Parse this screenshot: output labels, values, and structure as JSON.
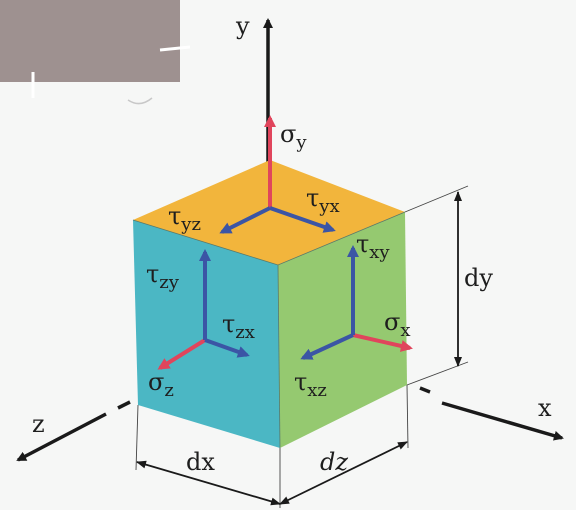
{
  "axes": {
    "x": "x",
    "y": "y",
    "z": "z"
  },
  "stresses": {
    "sigma_y": {
      "symbol": "σ",
      "sub": "y"
    },
    "sigma_x": {
      "symbol": "σ",
      "sub": "x"
    },
    "sigma_z": {
      "symbol": "σ",
      "sub": "z"
    },
    "tau_yz": {
      "symbol": "τ",
      "sub": "yz"
    },
    "tau_yx": {
      "symbol": "τ",
      "sub": "yx"
    },
    "tau_zy": {
      "symbol": "τ",
      "sub": "zy"
    },
    "tau_zx": {
      "symbol": "τ",
      "sub": "zx"
    },
    "tau_xy": {
      "symbol": "τ",
      "sub": "xy"
    },
    "tau_xz": {
      "symbol": "τ",
      "sub": "xz"
    }
  },
  "dimensions": {
    "dx": "dx",
    "dy": "dy",
    "dz": "dz"
  },
  "colors": {
    "top_face": "#f2b53c",
    "front_face": "#4bb7c4",
    "right_face": "#95c970",
    "normal_arrow": "#e0455c",
    "shear_arrow": "#3b55a5",
    "axis": "#1a1a1a",
    "corner_patch": "#9e9190"
  }
}
